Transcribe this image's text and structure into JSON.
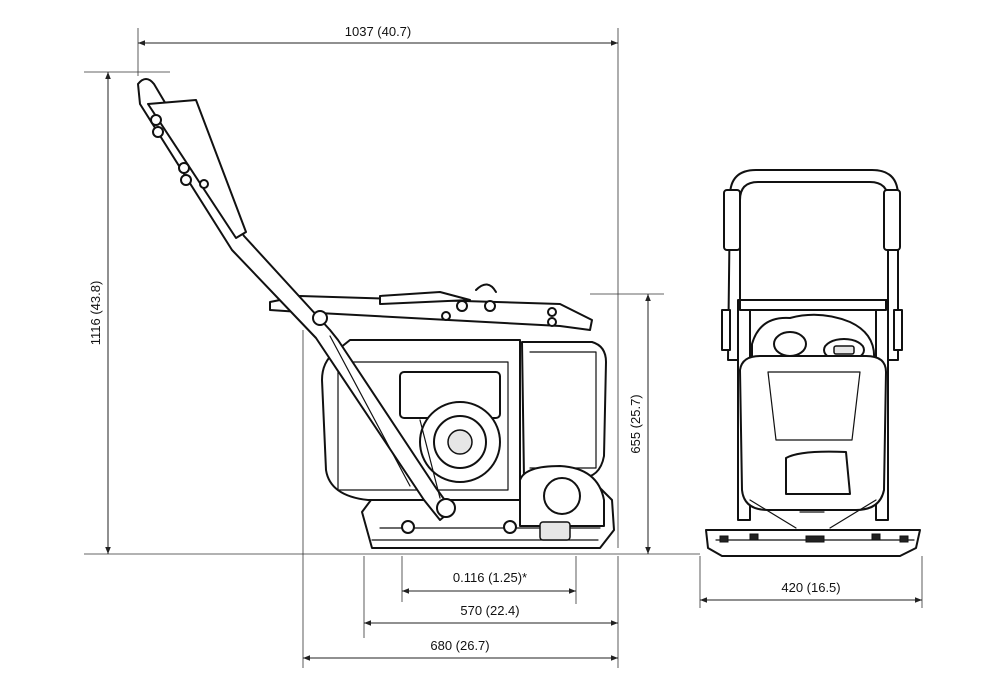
{
  "dimensions": {
    "overall_length": "1037 (40.7)",
    "overall_height": "1116 (43.8)",
    "body_height": "655 (25.7)",
    "value_small": "0.116 (1.25)*",
    "plate_length": "570 (22.4)",
    "base_length": "680 (26.7)",
    "plate_width": "420 (16.5)"
  },
  "colors": {
    "line": "#111111",
    "background": "#ffffff"
  }
}
